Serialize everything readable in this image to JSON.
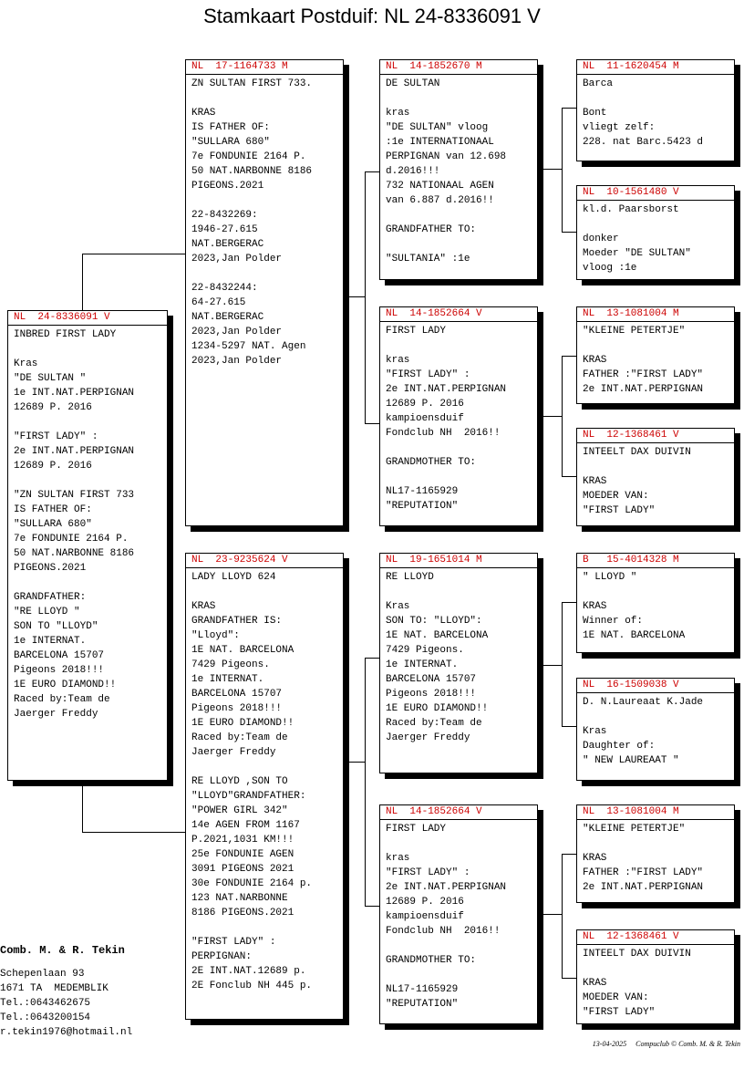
{
  "title": "Stamkaart Postduif: NL  24-8336091 V",
  "cards": {
    "subject": {
      "ring": "NL  24-8336091 V",
      "text": "INBRED FIRST LADY\n\nKras\n\"DE SULTAN \"\n1e INT.NAT.PERPIGNAN\n12689 P. 2016\n\n\"FIRST LADY\" :\n2e INT.NAT.PERPIGNAN\n12689 P. 2016\n\n\"ZN SULTAN FIRST 733\nIS FATHER OF:\n\"SULLARA 680\"\n7e FONDUNIE 2164 P.\n50 NAT.NARBONNE 8186\nPIGEONS.2021\n\nGRANDFATHER:\n\"RE LLOYD \"\nSON TO \"LLOYD\"\n1e INTERNAT.\nBARCELONA 15707\nPigeons 2018!!!\n1E EURO DIAMOND!!\nRaced by:Team de\nJaerger Freddy"
    },
    "father": {
      "ring": "NL  17-1164733 M",
      "text": "ZN SULTAN FIRST 733.\n\nKRAS\nIS FATHER OF:\n\"SULLARA 680\"\n7e FONDUNIE 2164 P.\n50 NAT.NARBONNE 8186\nPIGEONS.2021\n\n22-8432269:\n1946-27.615\nNAT.BERGERAC\n2023,Jan Polder\n\n22-8432244:\n64-27.615\nNAT.BERGERAC\n2023,Jan Polder\n1234-5297 NAT. Agen\n2023,Jan Polder"
    },
    "mother": {
      "ring": "NL  23-9235624 V",
      "text": "LADY LLOYD 624\n\nKRAS\nGRANDFATHER IS:\n\"Lloyd\":\n1E NAT. BARCELONA\n7429 Pigeons.\n1e INTERNAT.\nBARCELONA 15707\nPigeons 2018!!!\n1E EURO DIAMOND!!\nRaced by:Team de\nJaerger Freddy\n\nRE LLOYD ,SON TO\n\"LLOYD\"GRANDFATHER:\n\"POWER GIRL 342\"\n14e AGEN FROM 1167\nP.2021,1031 KM!!!\n25e FONDUNIE AGEN\n3091 PIGEONS 2021\n30e FONDUNIE 2164 p.\n123 NAT.NARBONNE\n8186 PIGEONS.2021\n\n\"FIRST LADY\" :\nPERPIGNAN:\n2E INT.NAT.12689 p.\n2E Fonclub NH 445 p."
    },
    "ff": {
      "ring": "NL  14-1852670 M",
      "text": "DE SULTAN\n\nkras\n\"DE SULTAN\" vloog\n:1e INTERNATIONAAL\nPERPIGNAN van 12.698\nd.2016!!!\n732 NATIONAAL AGEN\nvan 6.887 d.2016!!\n\nGRANDFATHER TO:\n\n\"SULTANIA\" :1e"
    },
    "fm": {
      "ring": "NL  14-1852664 V",
      "text": "FIRST LADY\n\nkras\n\"FIRST LADY\" :\n2e INT.NAT.PERPIGNAN\n12689 P. 2016\nkampioensduif\nFondclub NH  2016!!\n\nGRANDMOTHER TO:\n\nNL17-1165929\n\"REPUTATION\""
    },
    "mf": {
      "ring": "NL  19-1651014 M",
      "text": "RE LLOYD\n\nKras\nSON TO: \"LLOYD\":\n1E NAT. BARCELONA\n7429 Pigeons.\n1e INTERNAT.\nBARCELONA 15707\nPigeons 2018!!!\n1E EURO DIAMOND!!\nRaced by:Team de\nJaerger Freddy"
    },
    "mm": {
      "ring": "NL  14-1852664 V",
      "text": "FIRST LADY\n\nkras\n\"FIRST LADY\" :\n2e INT.NAT.PERPIGNAN\n12689 P. 2016\nkampioensduif\nFondclub NH  2016!!\n\nGRANDMOTHER TO:\n\nNL17-1165929\n\"REPUTATION\""
    },
    "fff": {
      "ring": "NL  11-1620454 M",
      "text": "Barca\n\nBont\nvliegt zelf:\n228. nat Barc.5423 d"
    },
    "ffm": {
      "ring": "NL  10-1561480 V",
      "text": "kl.d. Paarsborst\n\ndonker\nMoeder \"DE SULTAN\"\nvloog :1e"
    },
    "fmf": {
      "ring": "NL  13-1081004 M",
      "text": "\"KLEINE PETERTJE\"\n\nKRAS\nFATHER :\"FIRST LADY\"\n2e INT.NAT.PERPIGNAN"
    },
    "fmm": {
      "ring": "NL  12-1368461 V",
      "text": "INTEELT DAX DUIVIN\n\nKRAS\nMOEDER VAN:\n\"FIRST LADY\""
    },
    "mff": {
      "ring": "B   15-4014328 M",
      "text": "\" LLOYD \"\n\nKRAS\nWinner of:\n1E NAT. BARCELONA"
    },
    "mfm": {
      "ring": "NL  16-1509038 V",
      "text": "D. N.Laureaat K.Jade\n\nKras\nDaughter of:\n\" NEW LAUREAAT \""
    },
    "mmf": {
      "ring": "NL  13-1081004 M",
      "text": "\"KLEINE PETERTJE\"\n\nKRAS\nFATHER :\"FIRST LADY\"\n2e INT.NAT.PERPIGNAN"
    },
    "mmm": {
      "ring": "NL  12-1368461 V",
      "text": "INTEELT DAX DUIVIN\n\nKRAS\nMOEDER VAN:\n\"FIRST LADY\""
    }
  },
  "owner": {
    "name": "Comb. M. & R. Tekin",
    "street": "Schepenlaan 93",
    "city": "1671 TA  MEDEMBLIK",
    "tel1": "Tel.:0643462675",
    "tel2": "Tel.:0643200154",
    "email": "r.tekin1976@hotmail.nl"
  },
  "footer": {
    "date": "13-04-2025",
    "credit": "Compuclub © Comb. M. & R. Tekin"
  },
  "colors": {
    "ring_text": "#cc0000",
    "border": "#000000",
    "background": "#ffffff"
  }
}
